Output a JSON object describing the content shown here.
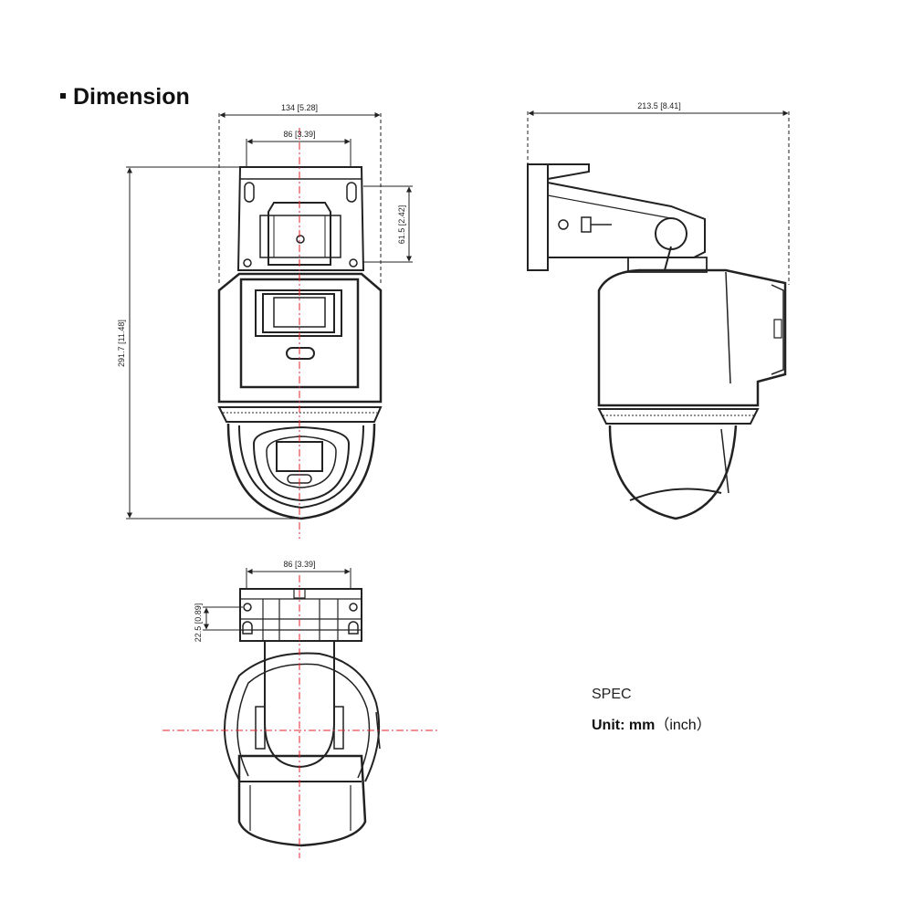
{
  "header": {
    "title": "Dimension"
  },
  "dimensions": {
    "front_width": "134 [5.28]",
    "front_mount_width": "86 [3.39]",
    "front_height": "291.7 [11.48]",
    "front_bracket_height": "61.5 [2.42]",
    "side_depth": "213.5 [8.41]",
    "top_mount_width": "86 [3.39]",
    "top_hole_offset": "22.5 [0.89]"
  },
  "spec": {
    "heading": "SPEC",
    "unit_label": "Unit:",
    "unit_mm": "mm",
    "unit_inch": "（inch）"
  },
  "colors": {
    "line": "#222222",
    "centerline": "#e0242c"
  }
}
